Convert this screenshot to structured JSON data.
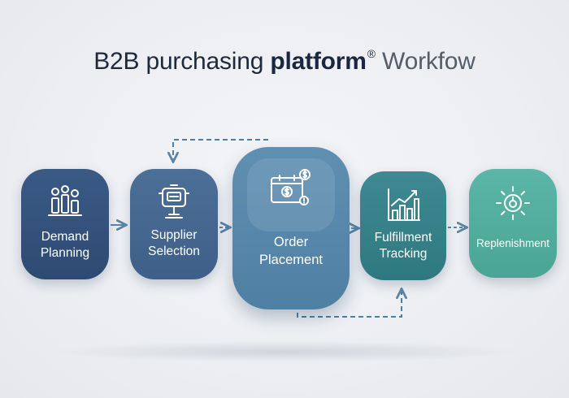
{
  "title": {
    "part_regular": "B2B purchasing ",
    "part_bold": "platform",
    "registered_mark": "®",
    "part_light": " Workfow"
  },
  "workflow": {
    "steps": [
      {
        "label": "Demand\nPlanning",
        "icon": "people-chart-icon",
        "color": "#2f4d76"
      },
      {
        "label": "Supplier\nSelection",
        "icon": "supplier-kiosk-icon",
        "color": "#41628b"
      },
      {
        "label": "Order\nPlacement",
        "icon": "invoice-dollar-icon",
        "color": "#5585a8"
      },
      {
        "label": "Fulfillment\nTracking",
        "icon": "growth-chart-icon",
        "color": "#337c84"
      },
      {
        "label": "Replenishment",
        "icon": "dollar-cycle-icon",
        "color": "#4fa998"
      }
    ]
  },
  "colors": {
    "arrow": "#5b86a8",
    "dashed_connector": "#4f7ea0"
  }
}
